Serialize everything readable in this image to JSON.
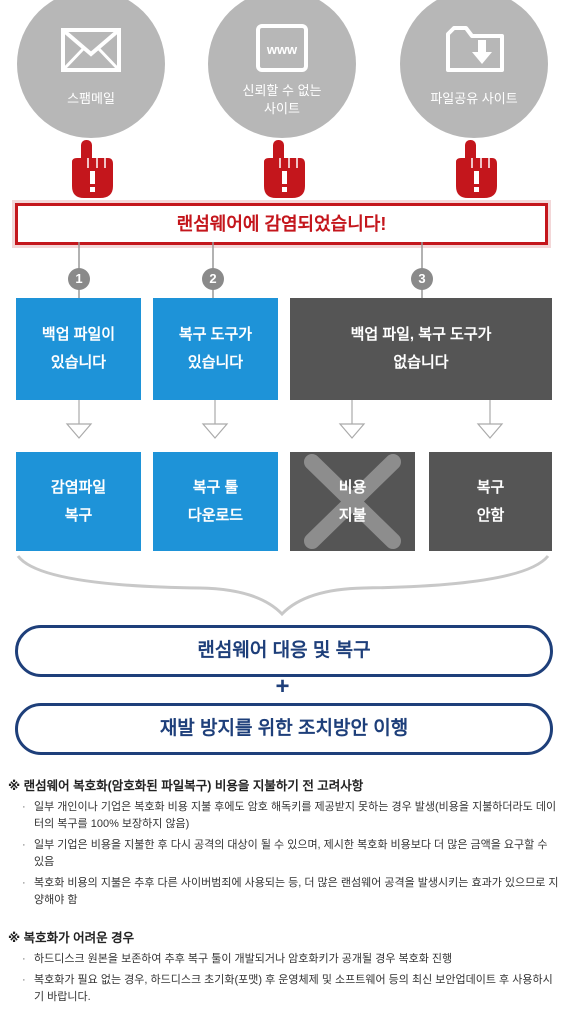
{
  "sources": [
    {
      "label": "스팸메일",
      "icon": "envelope-icon"
    },
    {
      "label": "신뢰할 수 없는\n사이트",
      "icon": "www-icon"
    },
    {
      "label": "파일공유 사이트",
      "icon": "folder-download-icon"
    }
  ],
  "banner": {
    "text": "랜섬웨어에 감염되었습니다!"
  },
  "steps": [
    "1",
    "2",
    "3"
  ],
  "conditions": [
    {
      "text": "백업 파일이\n있습니다"
    },
    {
      "text": "복구 도구가\n있습니다"
    },
    {
      "text": "백업 파일, 복구 도구가\n없습니다"
    }
  ],
  "actions": [
    {
      "text": "감염파일\n복구"
    },
    {
      "text": "복구 툴\n다운로드"
    },
    {
      "text": "비용\n지불"
    },
    {
      "text": "복구\n안함"
    }
  ],
  "response": {
    "text": "랜섬웨어 대응 및 복구",
    "plus": "+",
    "prevention": "재발 방지를 위한 조치방안 이행"
  },
  "notes": {
    "section1": {
      "title": "※ 랜섬웨어 복호화(암호화된 파일복구) 비용을 지불하기 전 고려사항",
      "items": [
        "일부 개인이나 기업은 복호화 비용 지불 후에도 암호 해독키를 제공받지 못하는 경우 발생(비용을 지불하더라도 데이터의 복구를 100% 보장하지 않음)",
        "일부 기업은 비용을 지불한 후 다시 공격의 대상이 될 수 있으며, 제시한 복호화 비용보다 더 많은 금액을 요구할 수 있음",
        "복호화 비용의 지불은 추후 다른 사이버범죄에 사용되는 등, 더 많은 랜섬웨어 공격을 발생시키는 효과가 있으므로 지양해야 함"
      ]
    },
    "section2": {
      "title": "※ 복호화가 어려운 경우",
      "items": [
        "하드디스크 원본을 보존하여 추후 복구 툴이 개발되거나 암호화키가 공개될 경우 복호화 진행",
        "복호화가 필요 없는 경우, 하드디스크 초기화(포맷) 후 운영체제 및 소프트웨어 등의 최신 보안업데이트 후 사용하시기 바랍니다."
      ]
    }
  },
  "colors": {
    "red": "#c4161c",
    "blue": "#1e93d8",
    "dark": "#555555",
    "navy": "#1e3f7a",
    "gray": "#b7b7b7"
  }
}
